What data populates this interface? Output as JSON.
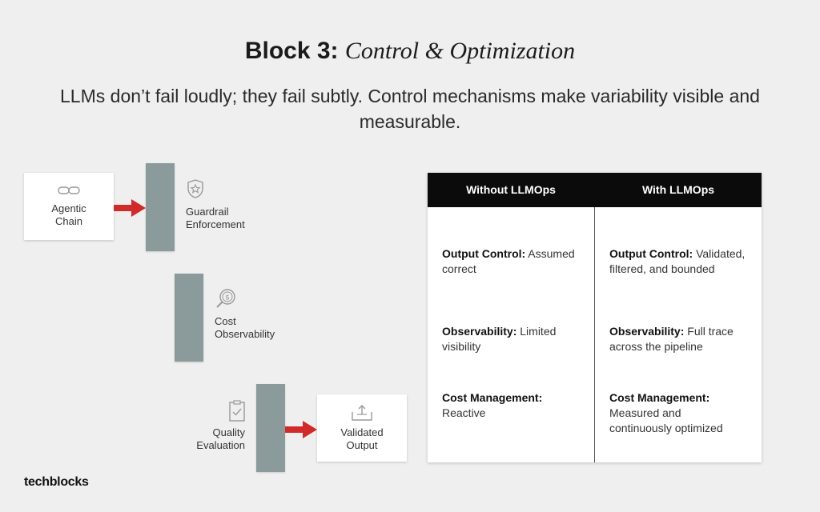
{
  "header": {
    "title_bold": "Block 3:",
    "title_italic": "Control & Optimization",
    "subtitle": "LLMs don’t fail loudly; they fail subtly. Control mechanisms make variability visible and measurable."
  },
  "flow": {
    "agentic": {
      "line1": "Agentic",
      "line2": "Chain",
      "icon": "link-icon"
    },
    "guardrail": {
      "line1": "Guardrail",
      "line2": "Enforcement",
      "icon": "shield-star-icon"
    },
    "cost": {
      "line1": "Cost",
      "line2": "Observability",
      "icon": "magnifier-dollar-icon"
    },
    "quality": {
      "line1": "Quality",
      "line2": "Evaluation",
      "icon": "clipboard-check-icon"
    },
    "validated": {
      "line1": "Validated",
      "line2": "Output",
      "icon": "upload-tray-icon"
    }
  },
  "comparison": {
    "headers": [
      "Without LLMOps",
      "With LLMOps"
    ],
    "rows": [
      {
        "without": {
          "term": "Output Control:",
          "text": " Assumed correct"
        },
        "with": {
          "term": "Output Control:",
          "text": " Validated, filtered, and bounded"
        }
      },
      {
        "without": {
          "term": "Observability:",
          "text": " Limited visibility"
        },
        "with": {
          "term": "Observability:",
          "text": " Full trace across the pipeline"
        }
      },
      {
        "without": {
          "term": "Cost Management:",
          "text": " Reactive"
        },
        "with": {
          "term": "Cost Management:",
          "text": " Measured and continuously optimized"
        }
      }
    ]
  },
  "brand": {
    "logo_text": "techblocks"
  },
  "colors": {
    "bar": "#8b9b9b",
    "arrow": "#d12a2a",
    "header_bg": "#0b0b0b",
    "background": "#efefef"
  }
}
